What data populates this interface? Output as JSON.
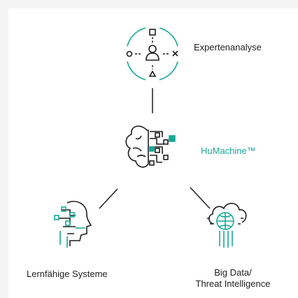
{
  "nodes": {
    "expert": {
      "label": "Expertenanalyse",
      "icon": "expert-analysis-target-icon"
    },
    "humachine": {
      "label": "HuMachine™",
      "icon": "brain-circuit-icon"
    },
    "learning": {
      "label": "Lernfähige Systeme",
      "icon": "head-circuit-icon"
    },
    "bigdata": {
      "label_line1": "Big Data/",
      "label_line2": "Threat Intelligence",
      "icon": "cloud-globe-icon"
    }
  },
  "colors": {
    "accent": "#16a897",
    "line": "#1f1f1f",
    "text": "#1f1f1f",
    "background": "#ffffff"
  }
}
